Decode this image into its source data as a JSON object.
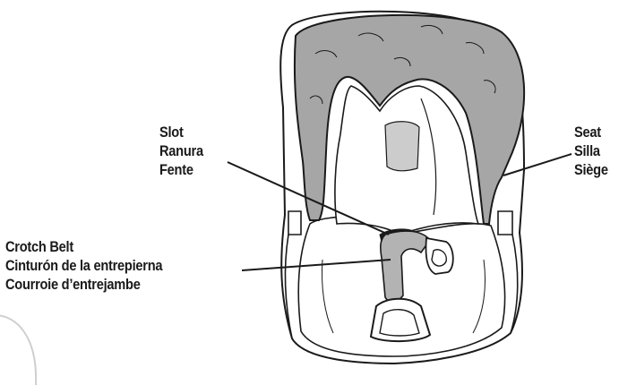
{
  "labels": {
    "slot": {
      "lines": [
        "Slot",
        "Ranura",
        "Fente"
      ]
    },
    "seat": {
      "lines": [
        "Seat",
        "Silla",
        "Siège"
      ]
    },
    "crotch_belt": {
      "lines": [
        "Crotch Belt",
        "Cinturón de la entrepierna",
        "Courroie d’entrejambe"
      ]
    }
  },
  "colors": {
    "line": "#1a1a1a",
    "canopy_fill": "#a6a6a6",
    "belt_fill": "#b3b3b3",
    "slot_fill": "#1a1a1a",
    "background": "#ffffff"
  }
}
